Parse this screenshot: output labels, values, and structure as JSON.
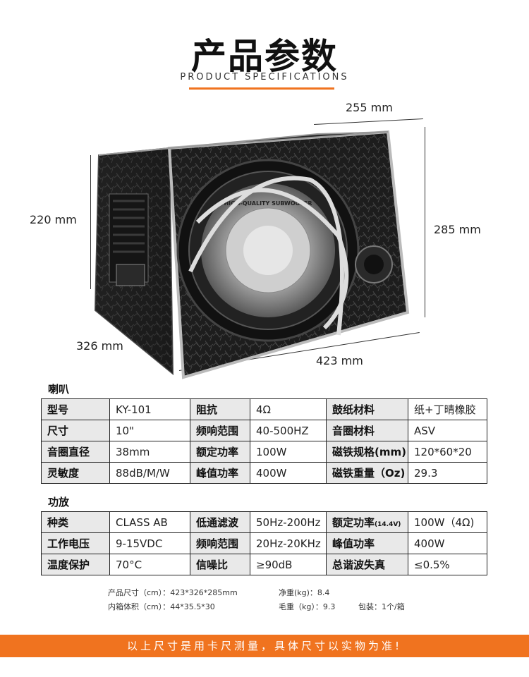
{
  "header": {
    "title": "产品参数",
    "subtitle": "PRODUCT SPECIFICATIONS"
  },
  "dimensions": {
    "width": "255 mm",
    "height_left": "220 mm",
    "height_right": "285 mm",
    "depth": "326 mm",
    "length": "423 mm"
  },
  "speaker_brand_text": "HIGH-QUALITY SUBWOOFER",
  "speaker": {
    "label": "喇叭",
    "rows": [
      [
        "型号",
        "KY-101",
        "阻抗",
        "4Ω",
        "鼓纸材料",
        "纸+丁晴橡胶"
      ],
      [
        "尺寸",
        "10\"",
        "频响范围",
        "40-500HZ",
        "音圈材料",
        "ASV"
      ],
      [
        "音圈直径",
        "38mm",
        "额定功率",
        "100W",
        "磁铁规格(mm)",
        "120*60*20"
      ],
      [
        "灵敏度",
        "88dB/M/W",
        "峰值功率",
        "400W",
        "磁铁重量（Oz)",
        "29.3"
      ]
    ]
  },
  "amplifier": {
    "label": "功放",
    "rows": [
      [
        "种类",
        "CLASS AB",
        "低通滤波",
        "50Hz-200Hz",
        "额定功率",
        "100W（4Ω)"
      ],
      [
        "工作电压",
        "9-15VDC",
        "频响范围",
        "20Hz-20KHz",
        "峰值功率",
        "400W"
      ],
      [
        "温度保护",
        "70°C",
        "信噪比",
        "≥90dB",
        "总谐波失真",
        "≤0.5%"
      ]
    ],
    "rated_power_note": "(14.4V)"
  },
  "notes": {
    "product_size": "产品尺寸（cm）：423*326*285mm",
    "inner_volume": "内箱体积（cm）：44*35.5*30",
    "net_weight": "净重(kg)：8.4",
    "gross_weight": "毛重（kg）：9.3",
    "packing": "包装：1个/箱"
  },
  "banner": "以上尺寸是用卡尺测量，具体尺寸以实物为准!",
  "colors": {
    "accent": "#f0731f",
    "key_cell": "#e9e9e9"
  }
}
